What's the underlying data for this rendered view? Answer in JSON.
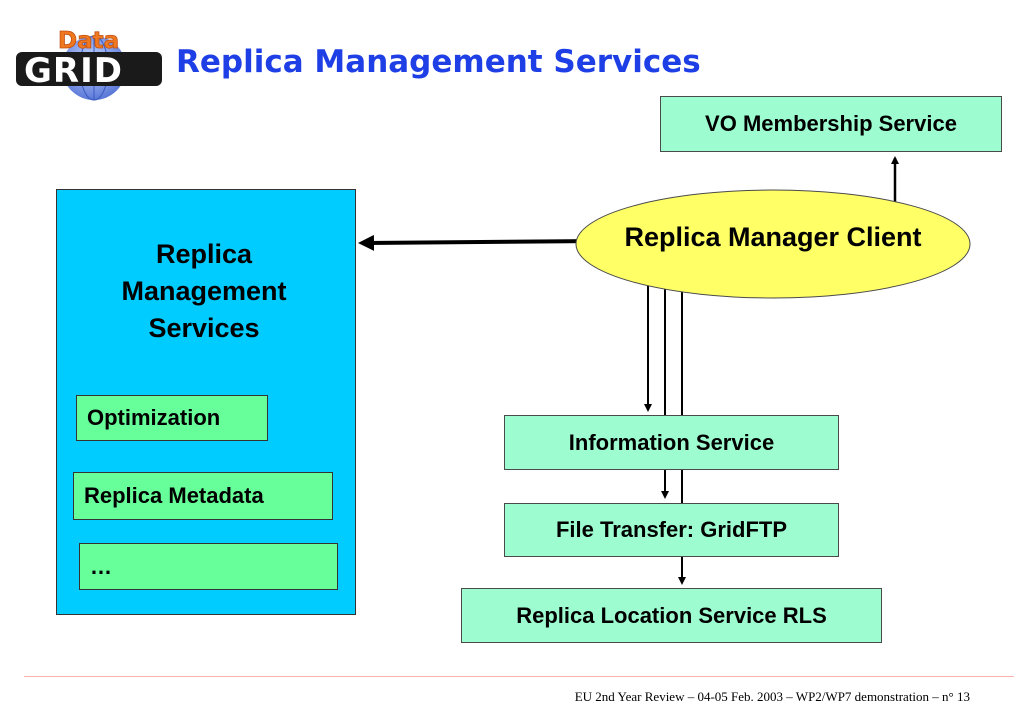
{
  "logo": {
    "top_text": "Data",
    "main_text": "GRID"
  },
  "title": "Replica Management Services",
  "vo_membership": "VO Membership Service",
  "replica_manager_client": "Replica Manager Client",
  "rms_panel": {
    "title": "Replica\nManagement\nServices",
    "items": [
      "Optimization",
      "Replica Metadata",
      "…"
    ]
  },
  "information_service": "Information Service",
  "file_transfer": "File Transfer: GridFTP",
  "rls": "Replica Location Service RLS",
  "footer": "EU 2nd Year Review – 04-05 Feb. 2003 – WP2/WP7 demonstration –  n° 13",
  "colors": {
    "title": "#1f3fe6",
    "panel": "#00ccff",
    "service_box": "#9dfdd0",
    "inner_box": "#66ff99",
    "ellipse": "#ffff66"
  }
}
